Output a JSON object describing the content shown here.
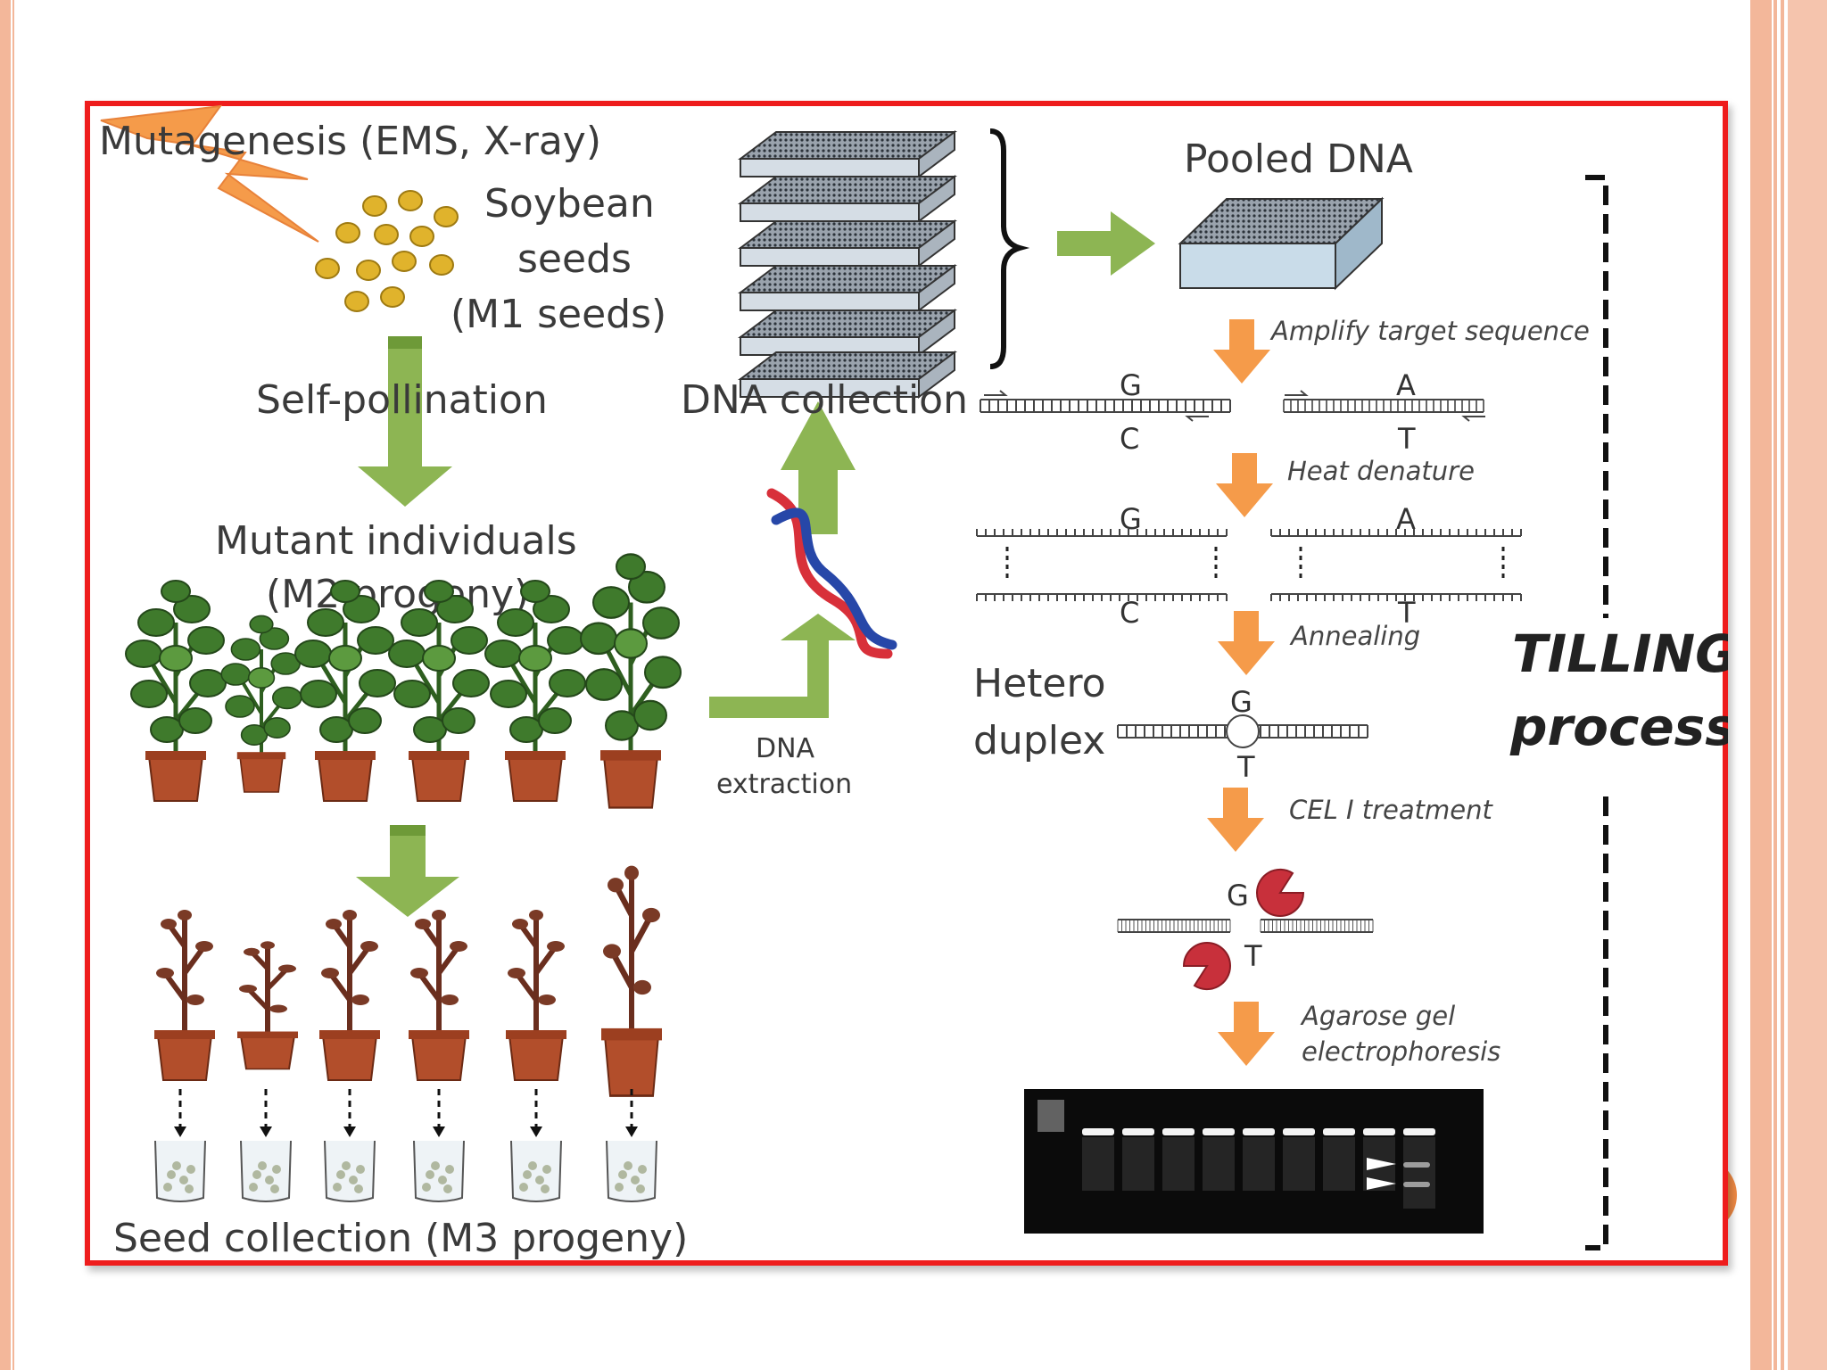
{
  "colors": {
    "frame_border": "#ee1c1c",
    "slide_stripe": "#f3b79a",
    "green_arrow": "#8db553",
    "orange_arrow": "#f59b4a",
    "seed": "#e0b32c",
    "plant_leaf": "#3f7a2c",
    "pot": "#b24e2b",
    "cel_enzyme": "#c8303b",
    "dna_red": "#d8303a",
    "dna_blue": "#2747a8"
  },
  "icons": [
    "lightning-icon",
    "seed-icon",
    "plate-stack-icon",
    "pooled-plate-icon",
    "dna-helix-icon",
    "potted-plant-icon",
    "seed-jar-icon",
    "cel-enzyme-icon",
    "gel-image"
  ],
  "labels": {
    "mutagenesis": "Mutagenesis (EMS, X-ray)",
    "soybean_line1": "Soybean",
    "soybean_line2": "seeds",
    "soybean_line3": "(M1 seeds)",
    "self_pollination": "Self-pollination",
    "mutant_line1": "Mutant individuals",
    "mutant_line2": "(M2 progeny)",
    "seed_collection": "Seed collection (M3 progeny)",
    "dna_collection": "DNA collection",
    "dna_extraction_line1": "DNA",
    "dna_extraction_line2": "extraction",
    "pooled_dna": "Pooled DNA",
    "hetero_line1": "Hetero",
    "hetero_line2": "duplex",
    "tilling_line1": "TILLING",
    "tilling_line2": "process"
  },
  "steps": {
    "amplify": "Amplify target sequence",
    "heat": "Heat denature",
    "annealing": "Annealing",
    "cel": "CEL I treatment",
    "agarose_line1": "Agarose gel",
    "agarose_line2": "electrophoresis"
  },
  "bases": {
    "g": "G",
    "c": "C",
    "a": "A",
    "t": "T"
  }
}
